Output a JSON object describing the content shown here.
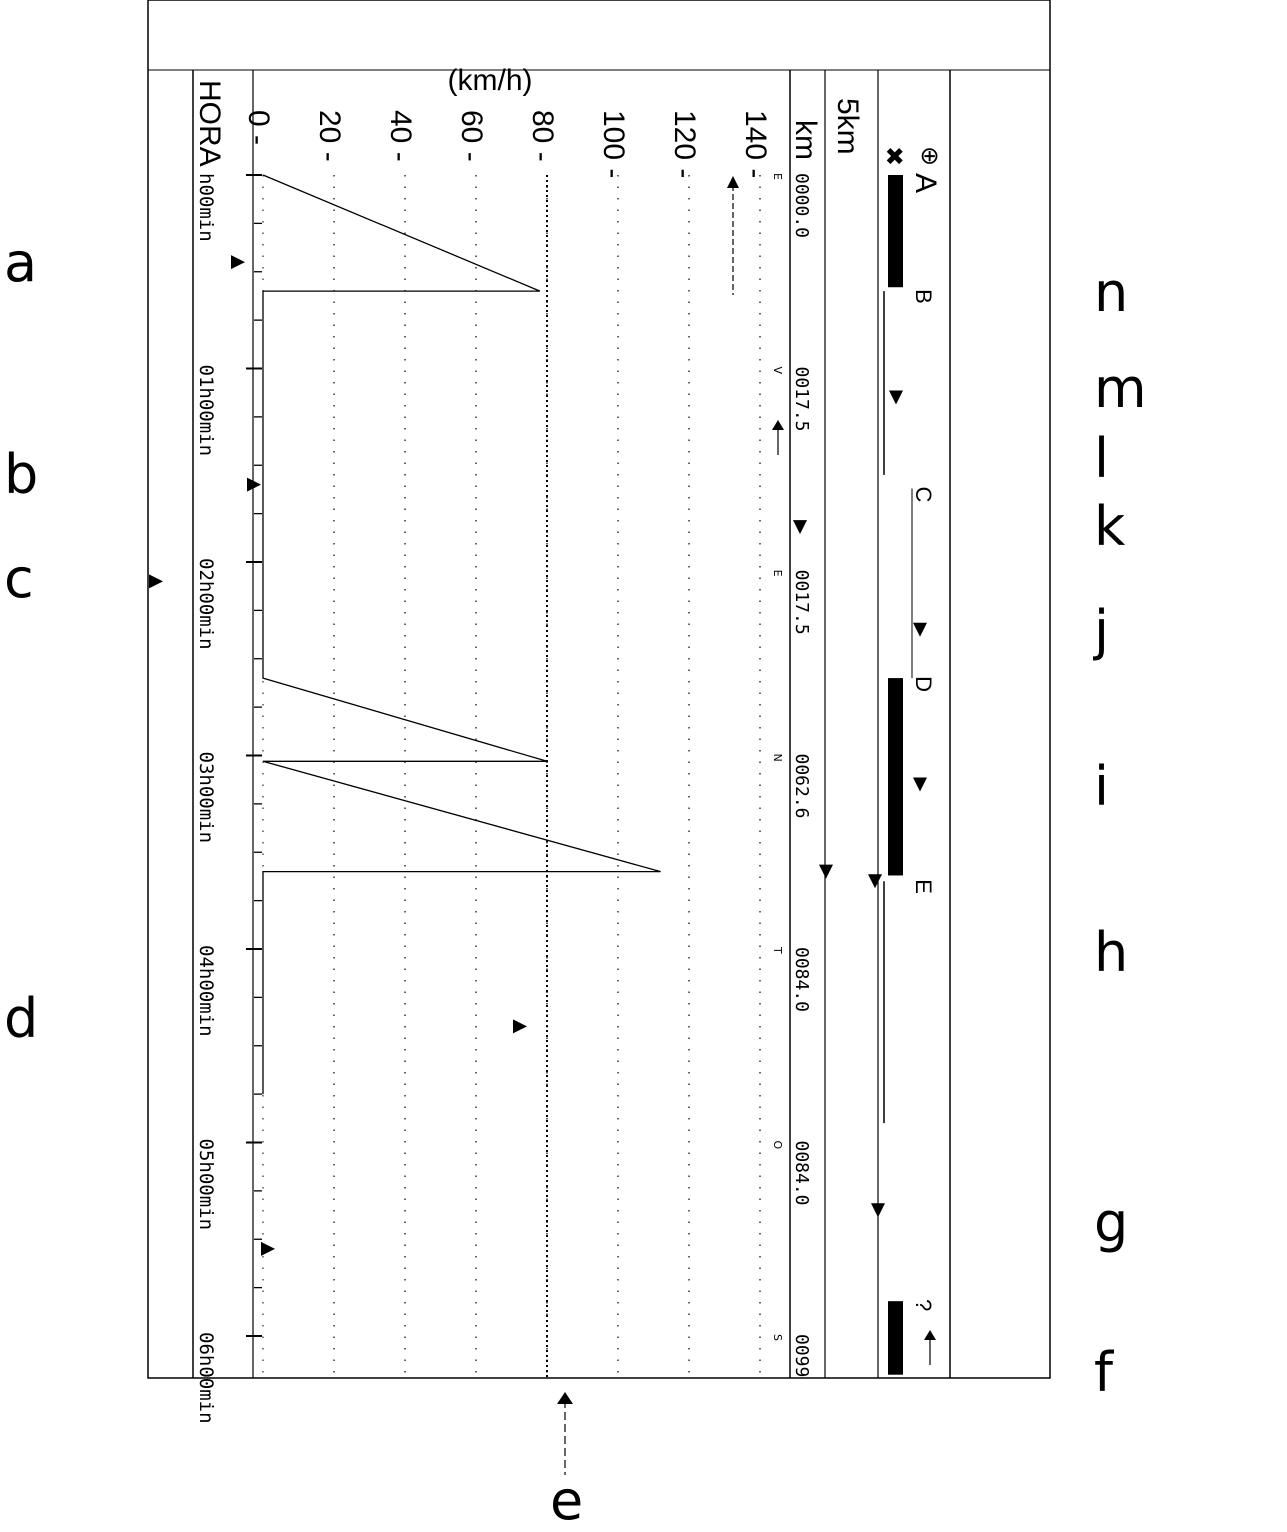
{
  "chart_data": {
    "type": "line",
    "title": "",
    "xlabel": "HORA",
    "ylabel": "(km/h)",
    "yticks": [
      0,
      20,
      40,
      60,
      80,
      100,
      120,
      140
    ],
    "ylim": [
      0,
      150
    ],
    "xlim_hours": [
      0,
      6.2
    ],
    "time_ticks": [
      {
        "h": 0,
        "label": "h00min"
      },
      {
        "h": 1,
        "label": "01h00min"
      },
      {
        "h": 2,
        "label": "02h00min"
      },
      {
        "h": 3,
        "label": "03h00min"
      },
      {
        "h": 4,
        "label": "04h00min"
      },
      {
        "h": 5,
        "label": "05h00min"
      },
      {
        "h": 6,
        "label": "06h00min"
      }
    ],
    "reference_speed": 80,
    "distance_unit": "km",
    "distance_scale": "5km",
    "odometer": [
      {
        "h": 0.0,
        "value": "0000.0",
        "code": "E"
      },
      {
        "h": 1.0,
        "value": "0017.5",
        "code": "V"
      },
      {
        "h": 2.05,
        "value": "0017.5",
        "code": "E"
      },
      {
        "h": 3.0,
        "value": "0062.6",
        "code": "N"
      },
      {
        "h": 4.0,
        "value": "0084.0",
        "code": "T"
      },
      {
        "h": 5.0,
        "value": "0084.0",
        "code": "O"
      },
      {
        "h": 6.0,
        "value": "0099",
        "code": "S"
      }
    ],
    "series": [
      {
        "type": "line",
        "x_hours": [
          0,
          0.6,
          0.6,
          2.6,
          3.03,
          3.03,
          3.6,
          3.6,
          4.75
        ],
        "y_kmh": [
          0,
          78,
          0,
          0,
          80,
          0,
          112,
          0,
          0
        ]
      }
    ],
    "activity_marks": [
      {
        "label": "A",
        "start_h": 0.0,
        "end_h": 0.58,
        "activity": "driving"
      },
      {
        "label": "B",
        "start_h": 0.6,
        "end_h": 1.55,
        "activity": "other"
      },
      {
        "label": "C",
        "start_h": 1.62,
        "end_h": 2.6,
        "activity": "rest"
      },
      {
        "label": "D",
        "start_h": 2.6,
        "end_h": 3.62,
        "activity": "driving"
      },
      {
        "label": "E",
        "start_h": 3.65,
        "end_h": 4.9,
        "activity": "other"
      },
      {
        "label": "?",
        "start_h": 5.82,
        "end_h": 6.2,
        "activity": "driving"
      }
    ],
    "header_symbols": [
      "⊕",
      "✖"
    ],
    "pointer_labels": {
      "left": [
        "a",
        "b",
        "c",
        "d"
      ],
      "bottom": [
        "e"
      ],
      "right": [
        "n",
        "m",
        "l",
        "k",
        "j",
        "i",
        "h",
        "g",
        "f"
      ]
    }
  }
}
